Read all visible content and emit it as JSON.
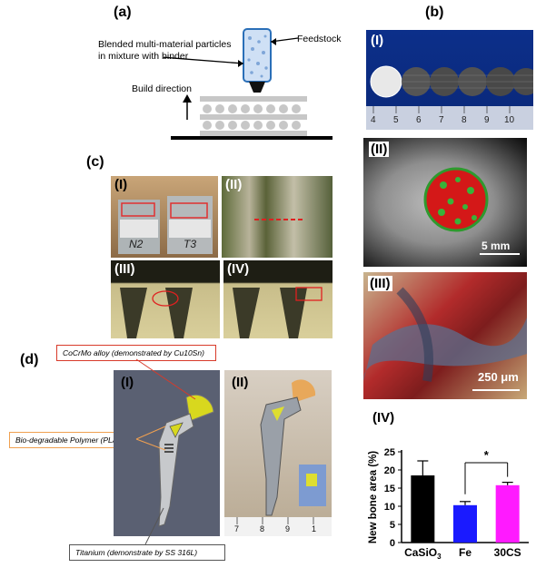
{
  "panel_a": {
    "label": "(a)",
    "particles_text_line1": "Blended multi-material particles",
    "particles_text_line2": "in mixture with binder",
    "feedstock": "Feedstock",
    "build_direction": "Build direction"
  },
  "panel_b": {
    "label": "(b)",
    "sub_i": "(I)",
    "ruler_numbers": [
      "4",
      "5",
      "6",
      "7",
      "8",
      "9",
      "10"
    ],
    "sub_ii": "(II)",
    "scale_ii": "5 mm",
    "sub_iii": "(III)",
    "scale_iii": "250 μm",
    "sub_iv": "(IV)"
  },
  "panel_c": {
    "label": "(c)",
    "sub_i": "(I)",
    "sub_ii": "(II)",
    "sub_iii": "(III)",
    "sub_iv": "(IV)",
    "sample_mark_1": "N2",
    "sample_mark_2": "T3"
  },
  "panel_d": {
    "label": "(d)",
    "sub_i": "(I)",
    "sub_ii": "(II)",
    "note_cocrmo": "CoCrMo alloy (demonstrated by Cu10Sn)",
    "note_pla": "Bio-degradable Polymer (PLA)",
    "note_titanium": "Titanium (demonstrate by SS 316L)",
    "ruler_numbers": [
      "7",
      "8",
      "9",
      "1"
    ]
  },
  "chart_data": {
    "type": "bar",
    "categories": [
      "CaSiO3",
      "Fe",
      "30CS"
    ],
    "values": [
      18.5,
      10.3,
      15.8
    ],
    "errors": [
      4.0,
      1.0,
      0.8
    ],
    "colors": [
      "#000000",
      "#1a1aff",
      "#ff1aff"
    ],
    "ylabel": "New bone area (%)",
    "ylim": [
      0,
      25
    ],
    "yticks": [
      "0",
      "5",
      "10",
      "15",
      "20",
      "25"
    ],
    "significance": "*",
    "significance_between": [
      "Fe",
      "30CS"
    ]
  }
}
